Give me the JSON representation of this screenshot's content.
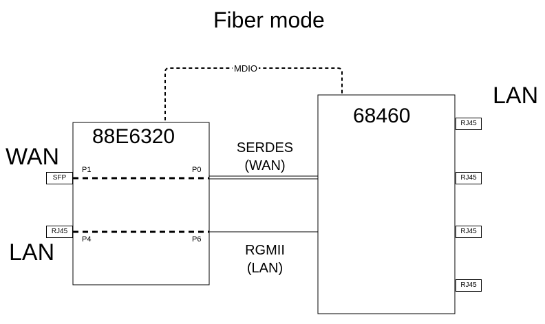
{
  "title": "Fiber mode",
  "labels": {
    "wan": "WAN",
    "lan_left": "LAN",
    "lan_right": "LAN",
    "mdio": "MDIO",
    "serdes": "SERDES",
    "serdes_sub": "(WAN)",
    "rgmii": "RGMII",
    "rgmii_sub": "(LAN)"
  },
  "switch_chip": {
    "name": "88E6320",
    "ports": {
      "p1": "P1",
      "p0": "P0",
      "p4": "P4",
      "p6": "P6"
    }
  },
  "soc_chip": {
    "name": "68460"
  },
  "connectors": {
    "sfp": "SFP",
    "rj45_left": "RJ45",
    "rj45_right": [
      "RJ45",
      "RJ45",
      "RJ45",
      "RJ45"
    ]
  }
}
